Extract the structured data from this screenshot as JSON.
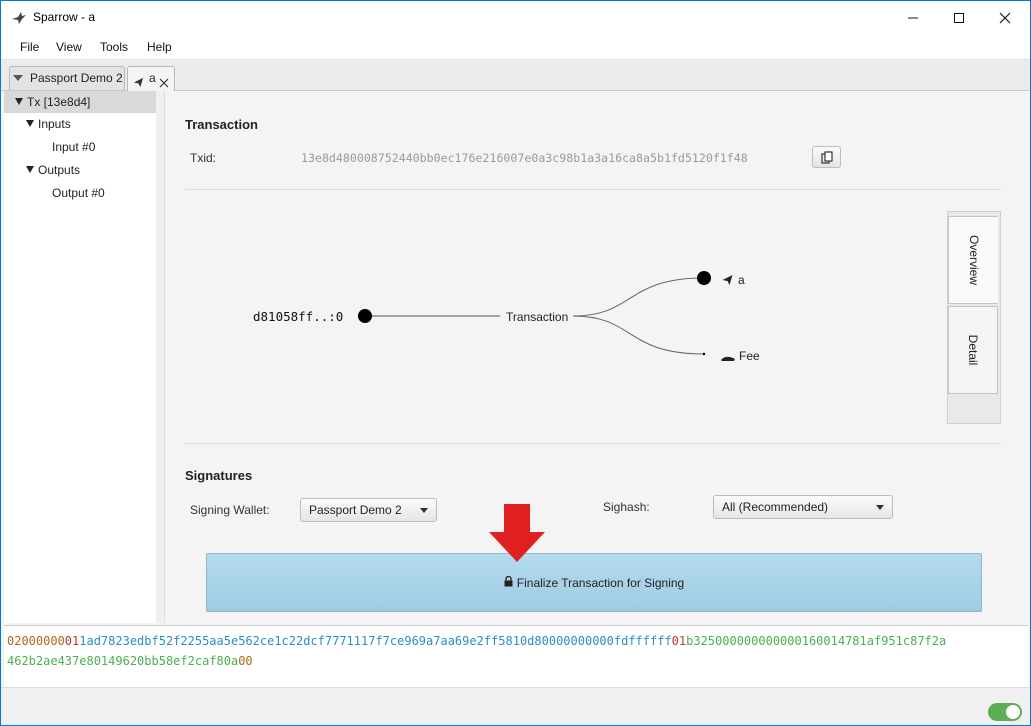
{
  "window": {
    "title": "Sparrow - a",
    "app_icon": "sparrow-bird-icon"
  },
  "menu": {
    "items": [
      "File",
      "View",
      "Tools",
      "Help"
    ]
  },
  "tabs": [
    {
      "label": "Passport Demo 2",
      "active": false
    },
    {
      "label": "a",
      "active": true,
      "icon": "send-icon",
      "closable": true
    }
  ],
  "tree": {
    "root": "Tx [13e8d4]",
    "inputs_label": "Inputs",
    "input0": "Input #0",
    "outputs_label": "Outputs",
    "output0": "Output #0"
  },
  "transaction": {
    "heading": "Transaction",
    "txid_label": "Txid:",
    "txid": "13e8d480008752440bb0ec176e216007e0a3c98b1a3a16ca8a5b1fd5120f1f48"
  },
  "diagram": {
    "input": "d81058ff..:0",
    "center": "Transaction",
    "output_label": "a",
    "fee_label": "Fee"
  },
  "side_tabs": {
    "overview": "Overview",
    "detail": "Detail"
  },
  "signatures": {
    "heading": "Signatures",
    "signing_wallet_label": "Signing Wallet:",
    "signing_wallet_value": "Passport Demo 2",
    "sighash_label": "Sighash:",
    "sighash_value": "All (Recommended)",
    "finalize_button": "Finalize Transaction for Signing"
  },
  "hex": {
    "line1": [
      {
        "t": "02000000",
        "c": "#b5651d"
      },
      {
        "t": "01",
        "c": "#c0392b"
      },
      {
        "t": "1ad7823edbf52f2255aa5e562ce1c22dcf7771117f7ce969a7aa69e2ff5810d800000000",
        "c": "#2b8ec4"
      },
      {
        "t": "00",
        "c": "#2b8ec4"
      },
      {
        "t": "fdffffff",
        "c": "#2b8ec4"
      },
      {
        "t": "01",
        "c": "#c0392b"
      },
      {
        "t": "b325000000000000",
        "c": "#4caf50"
      },
      {
        "t": "160014781af951c87f2a",
        "c": "#4caf50"
      }
    ],
    "line2": [
      {
        "t": "462b2ae437e80149620bb58ef2caf80a",
        "c": "#4caf50"
      },
      {
        "t": "00",
        "c": "#b5651d"
      }
    ]
  },
  "colors": {
    "accent_blue": "#0078d7",
    "finalize_bg": "#a9d3e8",
    "toggle_on": "#5fae57",
    "arrow_red": "#e02020"
  }
}
